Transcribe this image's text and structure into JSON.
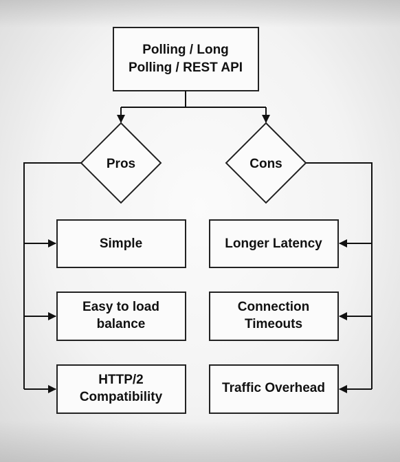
{
  "root": {
    "line1": "Polling / Long",
    "line2": "Polling / REST API"
  },
  "pros": {
    "label": "Pros",
    "items": [
      {
        "line1": "Simple"
      },
      {
        "line1": "Easy to load",
        "line2": "balance"
      },
      {
        "line1": "HTTP/2",
        "line2": "Compatibility"
      }
    ]
  },
  "cons": {
    "label": "Cons",
    "items": [
      {
        "line1": "Longer Latency"
      },
      {
        "line1": "Connection",
        "line2": "Timeouts"
      },
      {
        "line1": "Traffic Overhead"
      }
    ]
  }
}
